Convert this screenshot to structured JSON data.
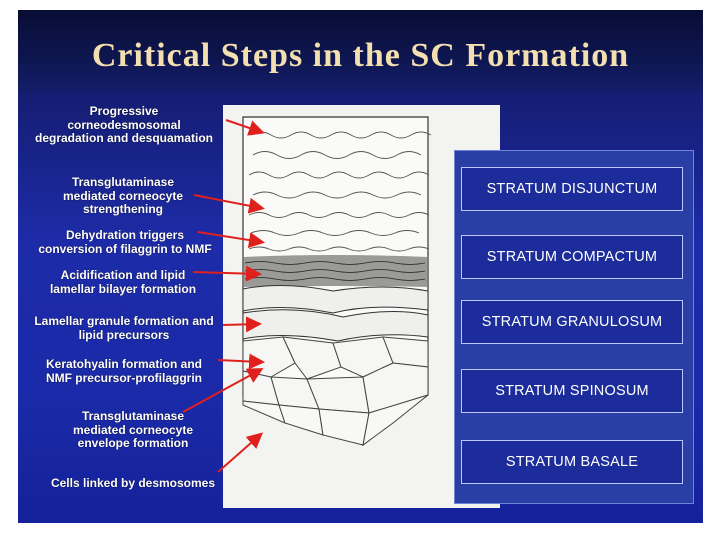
{
  "title": "Critical Steps in the SC Formation",
  "steps": [
    "Progressive\ncorneodesmosomal\ndegradation and desquamation",
    "Transglutaminase\nmediated corneocyte\nstrengthening",
    "Dehydration triggers\nconversion of filaggrin to NMF",
    "Acidification and lipid\nlamellar bilayer formation",
    "Lamellar granule formation and\nlipid precursors",
    "Keratohyalin formation and\nNMF precursor-profilaggrin",
    "Transglutaminase\nmediated corneocyte\nenvelope formation",
    "Cells linked by desmosomes"
  ],
  "strata": [
    "STRATUM DISJUNCTUM",
    "STRATUM COMPACTUM",
    "STRATUM GRANULOSUM",
    "STRATUM SPINOSUM",
    "STRATUM BASALE"
  ],
  "colors": {
    "background": "#1d2ba8",
    "title_text": "#f4dfb0",
    "arrow": "#e0201c",
    "stratum_box": "#1c2c9a"
  }
}
